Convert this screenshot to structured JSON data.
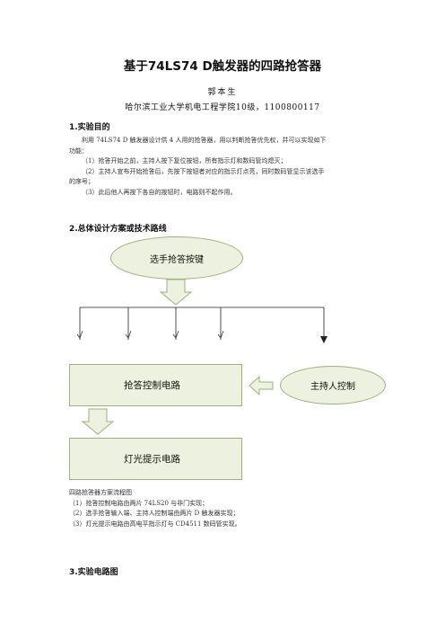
{
  "doc": {
    "title": "基于74LS74 D触发器的四路抢答器",
    "author": "郭本生",
    "affiliation": "哈尔滨工业大学机电工程学院10级，1100800117"
  },
  "section1": {
    "heading": "1.实验目的",
    "lines": [
      "利用 74LS74 D 触发器设计供 4 人用的抢答器，用以判断抢答优先权，并可以实现如下",
      "功能：",
      "（1）抢答开始之前，主持人按下复位按钮，所有指示灯和数码管均熄灭；",
      "（2）主持人宣布开始抢答后，先按下按钮者对应的指示灯点亮，同时数码管显示该选手",
      "的序号；",
      "（3）此后他人再按下各自的按钮时，电路则不起作用。"
    ]
  },
  "section2": {
    "heading": "2.总体设计方案或技术路线",
    "diagram": {
      "top": "选手抢答按键",
      "control": "抢答控制电路",
      "host": "主持人控制",
      "light": "灯光提示电路"
    },
    "caption": "四路抢答器方案流程图",
    "lines": [
      "（1）抢答控制电路由两片 74LS20 与非门实现；",
      "（2）选手抢答输入端、主持人控制端由两片 D 触发器实现；",
      "（3）灯光提示电路由高电平指示灯与 CD4511 数码管实现。"
    ]
  },
  "section3": {
    "heading": "3.实验电路图"
  },
  "colors": {
    "box_fill": "#ecf2df",
    "box_border": "#9bb378",
    "arrow_fill": "#ecf2df"
  }
}
